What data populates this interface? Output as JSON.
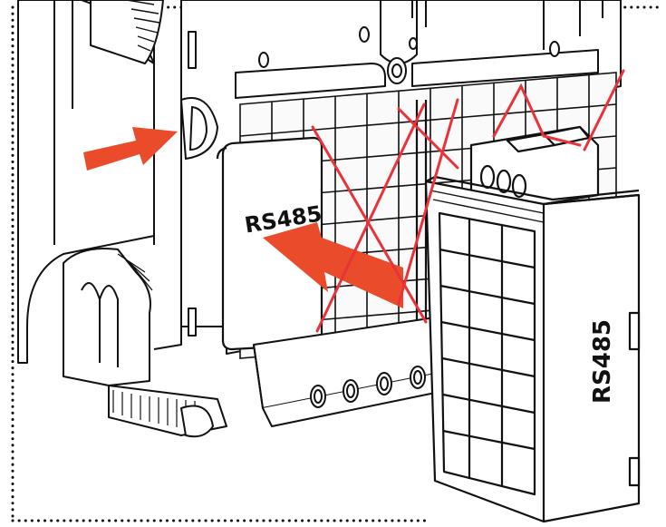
{
  "labels": {
    "installed_module": "RS485",
    "plugin_module": "RS485"
  },
  "colors": {
    "arrow": "#EA4B2B",
    "cross": "#E8333A",
    "line": "#111111",
    "fill": "#ffffff",
    "shade": "#f2f2f2"
  },
  "icons": {
    "insert_arrow": "arrow-right",
    "remove_arrow": "arrow-left",
    "not_allowed": "red-x-cross"
  }
}
